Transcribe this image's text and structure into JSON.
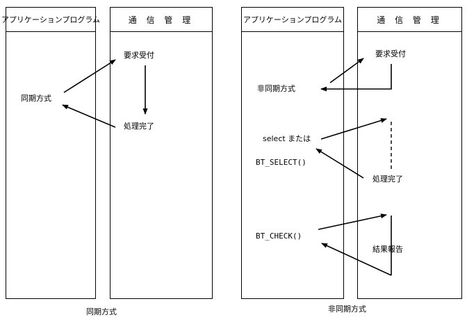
{
  "left": {
    "app_header": "アプリケーションプログラム",
    "comm_header": "通 信 管 理",
    "mode_label": "同期方式",
    "request_label": "要求受付",
    "complete_label": "処理完了",
    "caption": "同期方式"
  },
  "right": {
    "app_header": "アプリケーションプログラム",
    "comm_header": "通 信 管 理",
    "mode_label": "非同期方式",
    "request_label": "要求受付",
    "select_label": "select または",
    "bt_select_label": "BT_SELECT()",
    "complete_label": "処理完了",
    "bt_check_label": "BT_CHECK()",
    "result_label": "結果報告",
    "caption": "非同期方式"
  }
}
